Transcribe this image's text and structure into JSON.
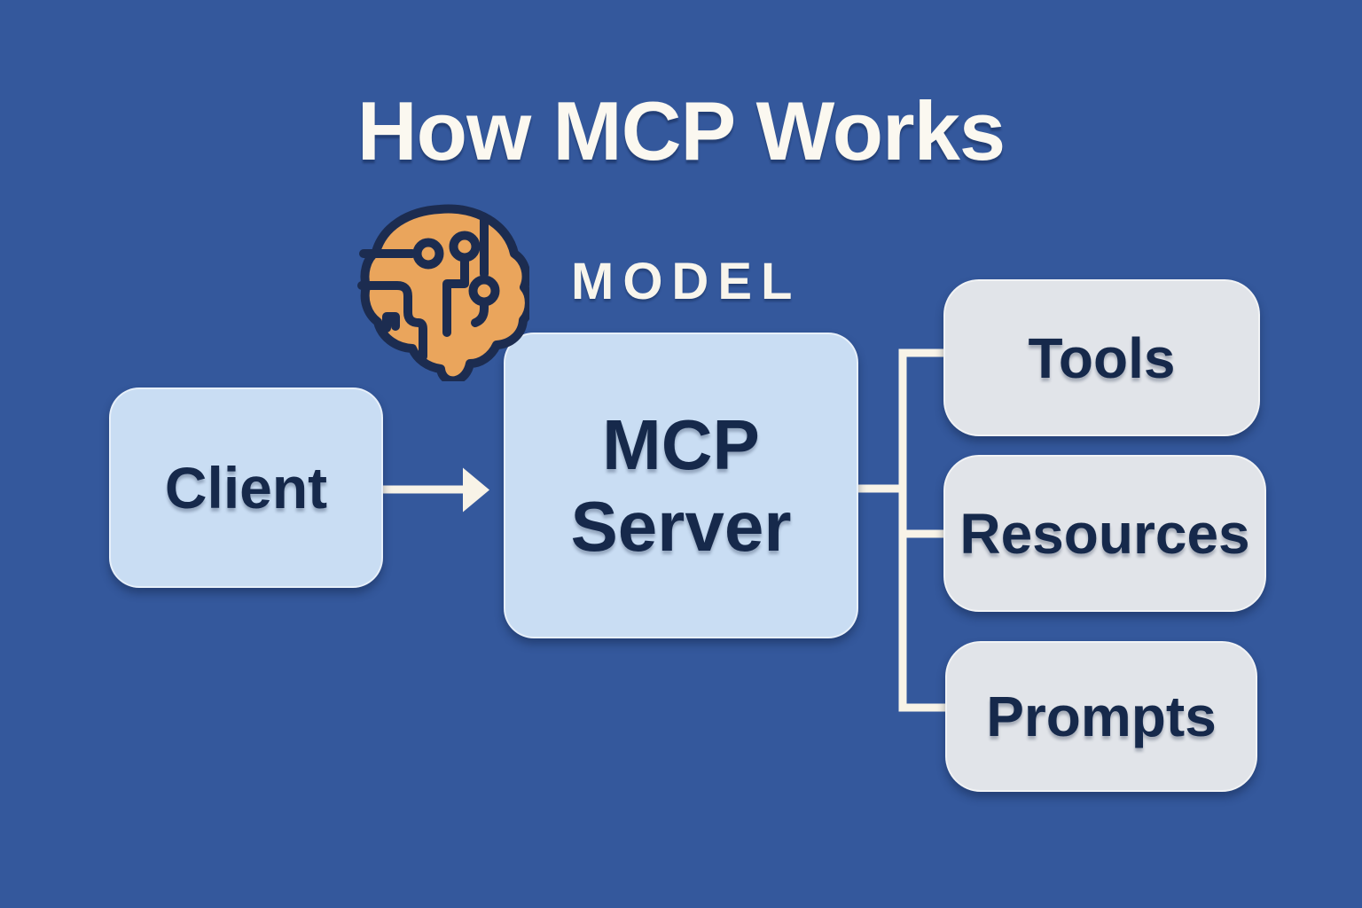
{
  "title": "How MCP Works",
  "model_label": "MODEL",
  "nodes": {
    "client": {
      "label": "Client"
    },
    "server": {
      "label": "MCP\nServer"
    },
    "outputs": [
      {
        "label": "Tools"
      },
      {
        "label": "Resources"
      },
      {
        "label": "Prompts"
      }
    ]
  },
  "icons": {
    "brain": "brain-circuit-icon",
    "arrow": "arrow-right-icon"
  },
  "colors": {
    "background": "#34589c",
    "box_blue": "#c9ddf3",
    "box_gray": "#e1e4e9",
    "text_navy": "#16294b",
    "text_light": "#fbf8f0",
    "connector_cream": "#f8f3e7",
    "brain_fill": "#eaa55c",
    "brain_outline": "#1c2c50"
  }
}
